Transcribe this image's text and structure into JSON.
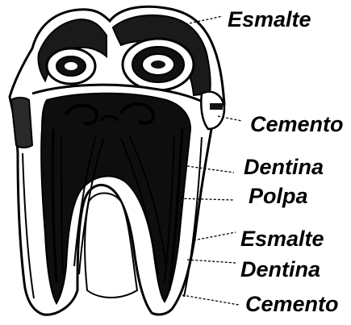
{
  "diagram": {
    "labels": {
      "esmalte_top": "Esmalte",
      "cemento_top": "Cemento",
      "dentina_upper": "Dentina",
      "polpa": "Polpa",
      "esmalte_lower": "Esmalte",
      "dentina_lower": "Dentina",
      "cemento_lower": "Cemento"
    }
  }
}
